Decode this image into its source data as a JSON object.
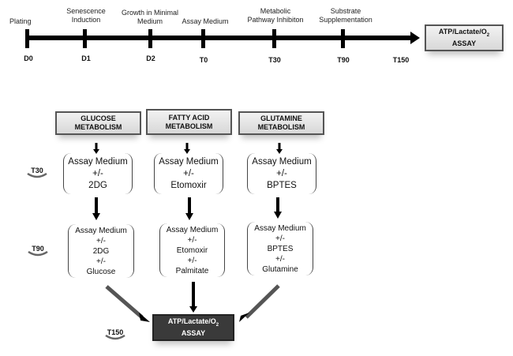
{
  "timeline": {
    "events": [
      {
        "label": "Plating",
        "tick": "D0"
      },
      {
        "label": "Senescence\nInduction",
        "tick": "D1"
      },
      {
        "label": "Growth in Minimal\nMedium",
        "tick": "D2"
      },
      {
        "label": "Assay Medium",
        "tick": "T0"
      },
      {
        "label": "Metabolic\nPathway Inhibiton",
        "tick": "T30"
      },
      {
        "label": "Substrate\nSupplementation",
        "tick": "T90"
      },
      {
        "label": "",
        "tick": "T150"
      }
    ],
    "assay_box": {
      "line1": "ATP/Lactate/O",
      "sub": "2",
      "line2": "ASSAY"
    }
  },
  "pathways": [
    {
      "header": [
        "GLUCOSE",
        "METABOLISM"
      ],
      "step1": [
        "Assay Medium",
        "+/-",
        "2DG"
      ],
      "step2": [
        "Assay Medium",
        "+/-",
        "2DG",
        "+/-",
        "Glucose"
      ]
    },
    {
      "header": [
        "FATTY ACID",
        "METABOLISM"
      ],
      "step1": [
        "Assay Medium",
        "+/-",
        "Etomoxir"
      ],
      "step2": [
        "Assay Medium",
        "+/-",
        "Etomoxir",
        "+/-",
        "Palmitate"
      ]
    },
    {
      "header": [
        "GLUTAMINE",
        "METABOLISM"
      ],
      "step1": [
        "Assay Medium",
        "+/-",
        "BPTES"
      ],
      "step2": [
        "Assay Medium",
        "+/-",
        "BPTES",
        "+/-",
        "Glutamine"
      ]
    }
  ],
  "time_markers": [
    "T30",
    "T90",
    "T150"
  ],
  "final_assay": {
    "line1": "ATP/Lactate/O",
    "sub": "2",
    "line2": "ASSAY"
  },
  "colors": {
    "final_box": "#3a3a3a",
    "header_box": "#e0e0e0",
    "line": "#000000"
  }
}
